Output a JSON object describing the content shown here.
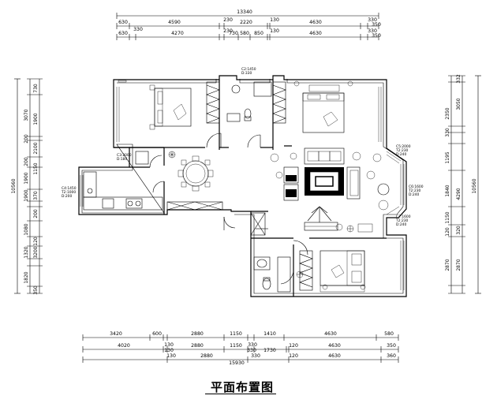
{
  "title": "平面布置图",
  "dims": {
    "top": {
      "overall": "13340",
      "row1": [
        "630",
        "4590",
        "230",
        "2220",
        "130",
        "4630",
        "330",
        "350"
      ],
      "row2": [
        "630",
        "330",
        "4270",
        "230",
        "730",
        "580",
        "850",
        "130",
        "4630",
        "330",
        "350"
      ]
    },
    "bottom": {
      "row1": [
        "3420",
        "600",
        "130",
        "2880",
        "1150",
        "330",
        "1410",
        "4630",
        "580"
      ],
      "row2": [
        "4020",
        "130",
        "2880",
        "1150",
        "330",
        "1730",
        "120",
        "4630",
        "350"
      ],
      "row3": [
        "130",
        "2880",
        "330",
        "120",
        "4630",
        "360"
      ],
      "overall": "15930"
    },
    "left": {
      "overall": "10560",
      "segments": [
        "730",
        "3070",
        "1900",
        "200",
        "2100",
        "200",
        "1150",
        "1900",
        "370",
        "1900",
        "200",
        "1080",
        "120",
        "1320",
        "3200",
        "1820",
        "350"
      ]
    },
    "right": {
      "overall": "10560",
      "segments": [
        "332",
        "3050",
        "2350",
        "330",
        "1195",
        "1840",
        "4290",
        "1150",
        "120",
        "2870",
        "2870",
        "320"
      ]
    }
  },
  "window_labels": [
    {
      "text1": "C2:1450",
      "text2": "D:330"
    },
    {
      "text1": "C3:2000",
      "text2": "D:180"
    },
    {
      "text1": "C4:1450",
      "text2": "T2:1000",
      "text3": "D:200"
    },
    {
      "text1": "C5:2000",
      "text2": "T2:230",
      "text3": "D:240"
    },
    {
      "text1": "C6:1600",
      "text2": "T2:230",
      "text3": "D:240"
    },
    {
      "text1": "C7:1600",
      "text2": "T2:230",
      "text3": "D:240"
    }
  ]
}
